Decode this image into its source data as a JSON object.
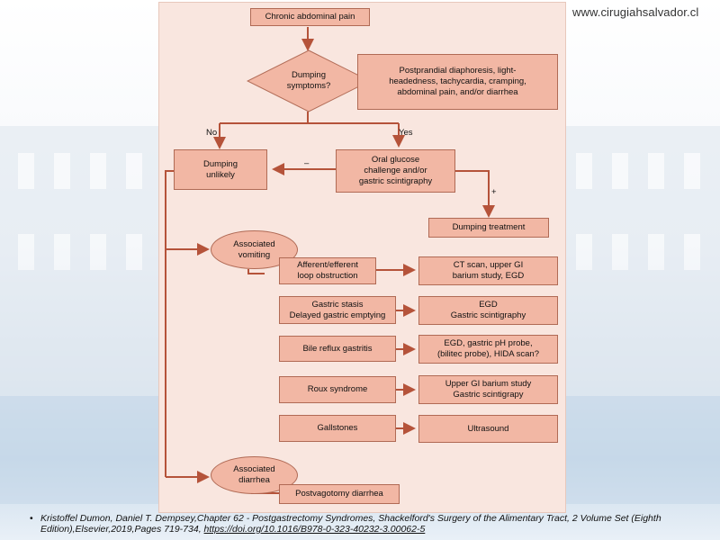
{
  "watermark": "www.cirugiahsalvador.cl",
  "diagram": {
    "start": "Chronic abdominal pain",
    "decision": "Dumping\nsymptoms?",
    "symptoms": "Postprandial diaphoresis, light-\nheadedness, tachycardia, cramping,\nabdominal pain, and/or diarrhea",
    "no_label": "No",
    "yes_label": "Yes",
    "dumping_unlikely": "Dumping\nunlikely",
    "test": "Oral glucose\nchallenge and/or\ngastric scintigraphy",
    "minus_label": "–",
    "plus_label": "+",
    "dumping_treatment": "Dumping treatment",
    "assoc_vomiting": "Associated\nvomiting",
    "assoc_diarrhea": "Associated\ndiarrhea",
    "causes": [
      "Afferent/efferent\nloop obstruction",
      "Gastric stasis\nDelayed gastric emptying",
      "Bile reflux gastritis",
      "Roux syndrome",
      "Gallstones"
    ],
    "workups": [
      "CT scan, upper GI\nbarium study, EGD",
      "EGD\nGastric scintigraphy",
      "EGD, gastric pH probe,\n(bilitec probe), HIDA scan?",
      "Upper GI barium study\nGastric scintigrapy",
      "Ultrasound"
    ],
    "postvagotomy": "Postvagotomy diarrhea"
  },
  "citation": {
    "bullet": "•",
    "text": "Kristoffel Dumon, Daniel T. Dempsey,Chapter 62 - Postgastrectomy Syndromes, Shackelford's Surgery of the Alimentary Tract, 2 Volume Set (Eighth Edition),Elsevier,2019,Pages 719-734, ",
    "link": "https://doi.org/10.1016/B978-0-323-40232-3.00062-5"
  },
  "colors": {
    "node_fill": "#f2b7a4",
    "node_border": "#b06a55",
    "arrow": "#b5533a",
    "panel": "#f9e6df"
  }
}
